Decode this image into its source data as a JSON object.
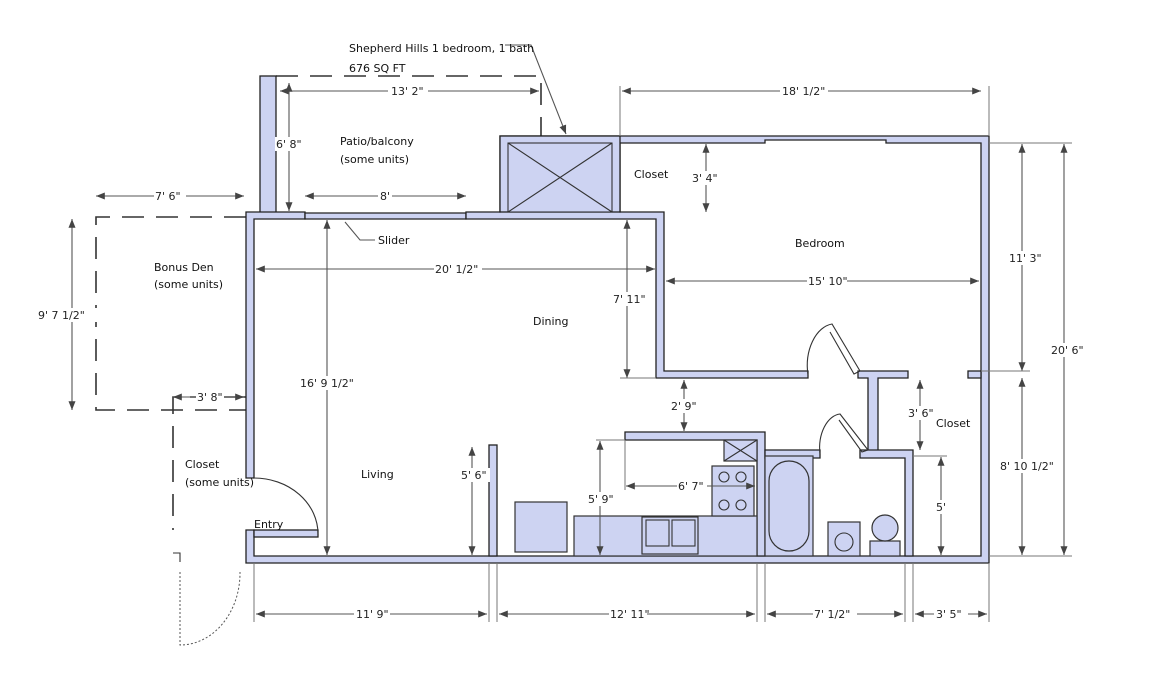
{
  "title": "Shepherd Hills 1 bedroom, 1 bath",
  "area": "676 SQ FT",
  "rooms": {
    "patio": "Patio/balcony",
    "patio_note": "(some units)",
    "bonus_den": "Bonus Den",
    "bonus_note": "(some units)",
    "closet_left": "Closet",
    "closet_left_note": "(some units)",
    "entry": "Entry",
    "living": "Living",
    "dining": "Dining",
    "bedroom": "Bedroom",
    "closet_top": "Closet",
    "closet_right": "Closet",
    "slider": "Slider"
  },
  "dimensions": {
    "patio_width": "13' 2\"",
    "patio_depth": "6' 8\"",
    "slider_width": "8'",
    "den_width": "7' 6\"",
    "den_depth": "9' 7 1/2\"",
    "closet_width": "3' 8\"",
    "main_width": "20' 1/2\"",
    "main_depth": "16' 9 1/2\"",
    "dining_depth": "7' 11\"",
    "top_closet_depth": "3' 4\"",
    "bedroom_total_width": "18' 1/2\"",
    "bedroom_width": "15' 10\"",
    "bedroom_depth": "11' 3\"",
    "total_depth": "20' 6\"",
    "hall": "2' 9\"",
    "closet_right_depth": "3' 6\"",
    "kitchen_width": "6' 7\"",
    "kitchen_depth": "5' 9\"",
    "divider_height": "5' 6\"",
    "bath_depth": "5'",
    "right_lower_depth": "8' 10 1/2\"",
    "bottom_living": "11' 9\"",
    "bottom_kitchen": "12' 11\"",
    "bottom_bath": "7' 1/2\"",
    "bottom_closet": "3' 5\""
  },
  "colors": {
    "wall": "#cdd3f2",
    "line": "#222222"
  }
}
